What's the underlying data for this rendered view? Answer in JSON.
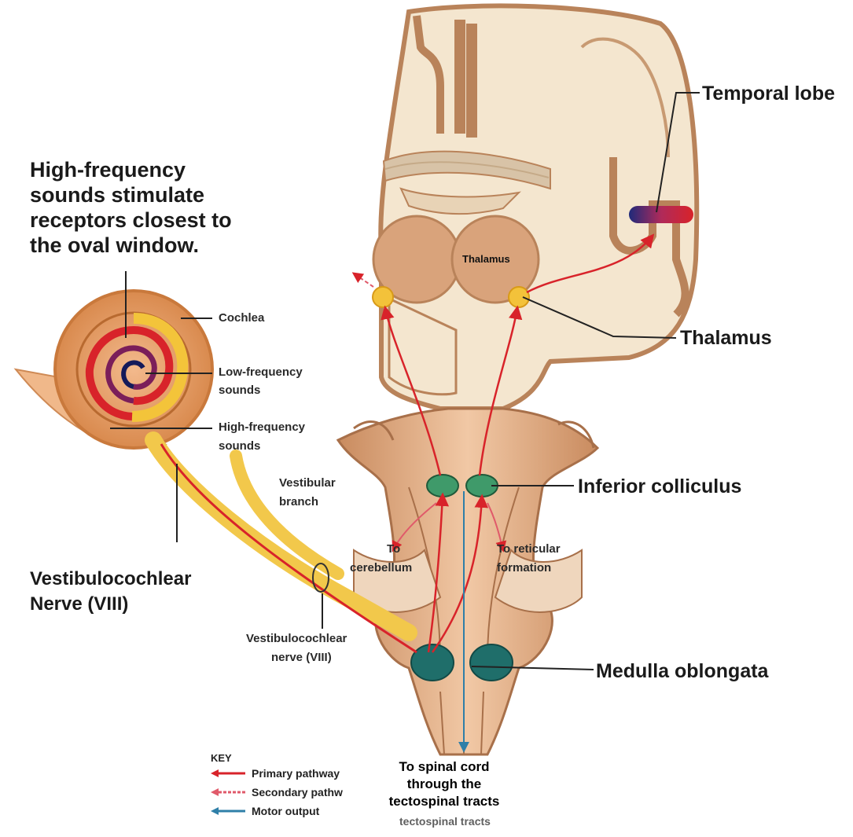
{
  "intro_text": [
    "High-frequency",
    "sounds stimulate",
    "receptors closest to",
    "the oval window."
  ],
  "labels": {
    "temporal_lobe": "Temporal lobe",
    "thalamus_inner": "Thalamus",
    "thalamus": "Thalamus",
    "cochlea": "Cochlea",
    "low_freq_1": "Low-frequency",
    "low_freq_2": "sounds",
    "high_freq_1": "High-frequency",
    "high_freq_2": "sounds",
    "vestibular_1": "Vestibular",
    "vestibular_2": "branch",
    "inferior_colliculus": "Inferior colliculus",
    "to_cerebellum_1": "To",
    "to_cerebellum_2": "cerebellum",
    "to_reticular_1": "To reticular",
    "to_reticular_2": "formation",
    "vcn_big_1": "Vestibulocochlear",
    "vcn_big_2": "Nerve (VIII)",
    "vcn_small_1": "Vestibulocochlear",
    "vcn_small_2": "nerve (VIII)",
    "medulla": "Medulla oblongata"
  },
  "bottom_note": [
    "To spinal cord",
    "through the",
    "tectospinal tracts"
  ],
  "bottom_ghost": "tectospinal tracts",
  "key": {
    "title": "KEY",
    "rows": [
      {
        "label": "Primary pathway",
        "color": "#d8232a"
      },
      {
        "label": "Secondary pathw",
        "color": "#e05a6a"
      },
      {
        "label": "Motor output",
        "color": "#2f7fa8"
      }
    ]
  },
  "colors": {
    "brain_fill": "#f4e6cf",
    "cortex": "#b9835a",
    "brainstem": "#d9a37b",
    "colliculus": "#3f9a6a",
    "medulla_nuclei": "#1f6e6a",
    "pathway_red": "#d8232a",
    "motor_blue": "#2f7fa8",
    "nerve_yellow": "#f2c84b"
  }
}
